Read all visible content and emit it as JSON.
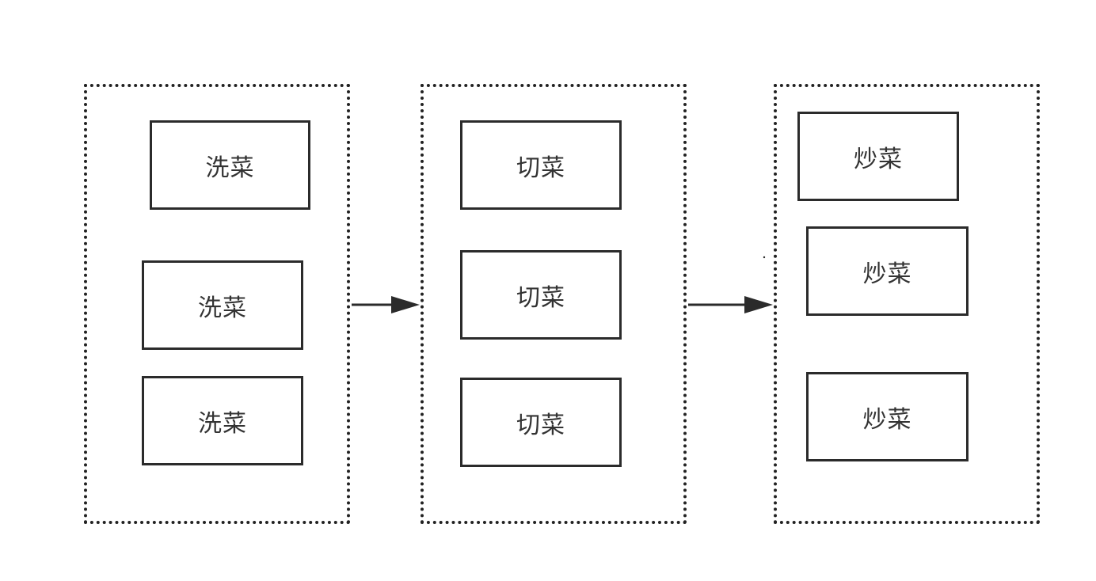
{
  "groups": [
    {
      "name": "wash-group",
      "steps": [
        {
          "label": "洗菜"
        },
        {
          "label": "洗菜"
        },
        {
          "label": "洗菜"
        }
      ]
    },
    {
      "name": "cut-group",
      "steps": [
        {
          "label": "切菜"
        },
        {
          "label": "切菜"
        },
        {
          "label": "切菜"
        }
      ]
    },
    {
      "name": "fry-group",
      "steps": [
        {
          "label": "炒菜"
        },
        {
          "label": "炒菜"
        },
        {
          "label": "炒菜"
        }
      ]
    }
  ],
  "connections": [
    {
      "from": "wash-group",
      "to": "cut-group"
    },
    {
      "from": "cut-group",
      "to": "fry-group"
    }
  ],
  "colors": {
    "stroke": "#2b2b2b",
    "text": "#333333",
    "background": "#ffffff"
  }
}
